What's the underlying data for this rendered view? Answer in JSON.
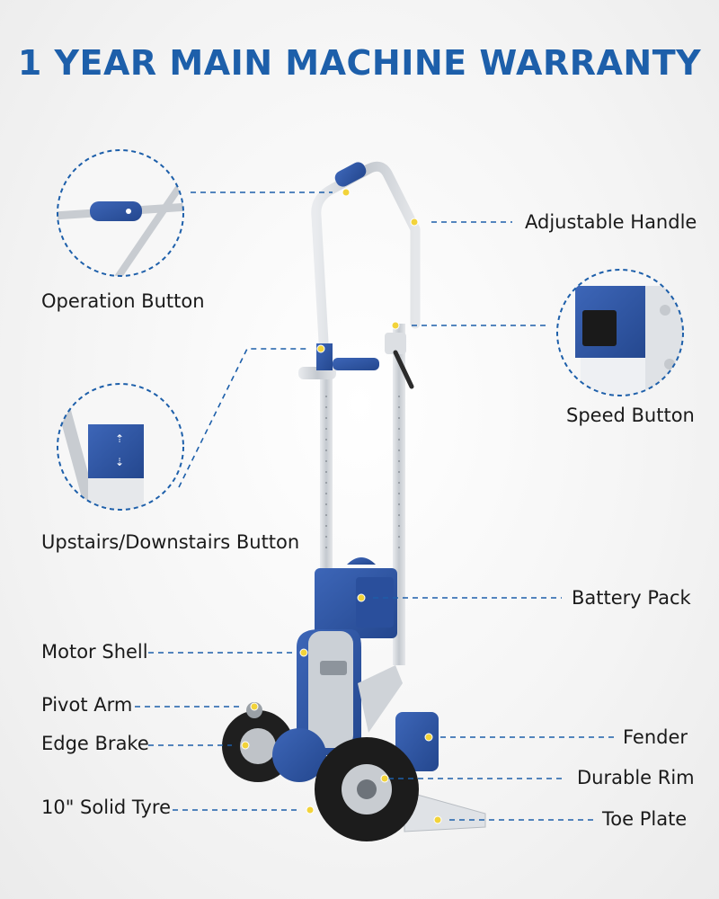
{
  "headline": "1 YEAR MAIN MACHINE WARRANTY",
  "colors": {
    "headline": "#1d5faa",
    "accent_blue": "#2f56a8",
    "frame_aluminum": "#c9cdd2",
    "leader_line": "#1d5faa",
    "marker_dot": "#f2d33a"
  },
  "labels": {
    "adjustable_handle": "Adjustable Handle",
    "operation_button": "Operation Button",
    "speed_button": "Speed Button",
    "upstairs_downstairs_button": "Upstairs/Downstairs Button",
    "battery_pack": "Battery Pack",
    "motor_shell": "Motor Shell",
    "pivot_arm": "Pivot Arm",
    "edge_brake": "Edge Brake",
    "fender": "Fender",
    "durable_rim": "Durable Rim",
    "solid_tyre": "10\" Solid Tyre",
    "toe_plate": "Toe Plate"
  }
}
